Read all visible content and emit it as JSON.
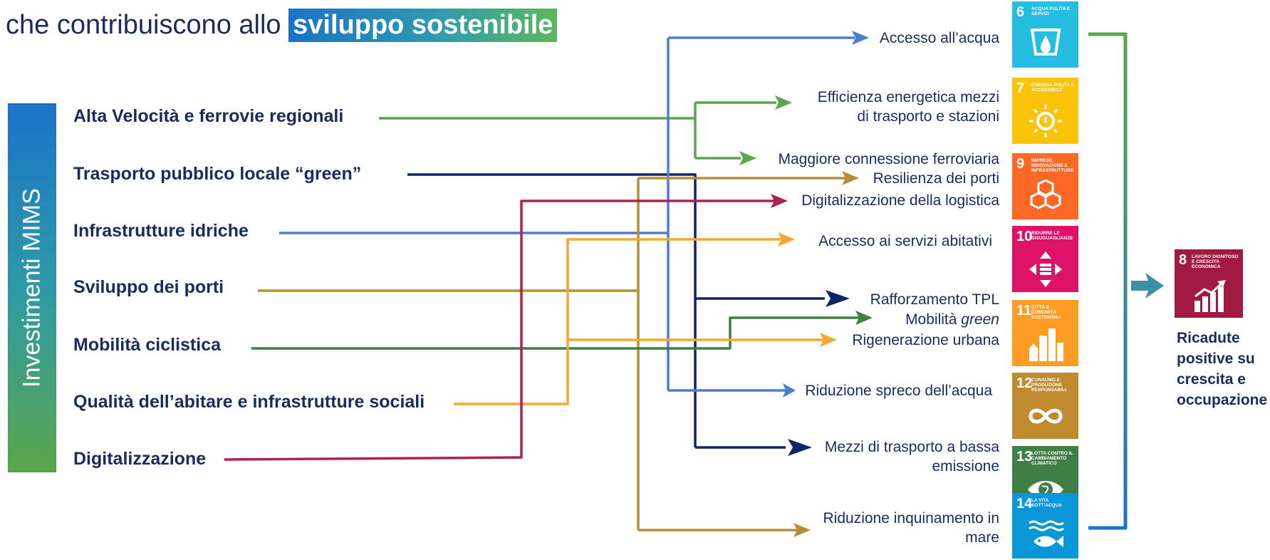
{
  "title": {
    "prefix": "che contribuiscono allo ",
    "highlight": "sviluppo sostenibile"
  },
  "sidebar_label": "Investimenti MIMS",
  "investments": [
    "Alta Velocità e ferrovie regionali",
    "Trasporto pubblico locale “green”",
    "Infrastrutture idriche",
    "Sviluppo dei porti",
    "Mobilità ciclistica",
    "Qualità dell’abitare e infrastrutture sociali",
    "Digitalizzazione"
  ],
  "outcomes": [
    "Accesso all’acqua",
    "Efficienza energetica mezzi",
    "di trasporto e stazioni",
    "Maggiore connessione ferroviaria",
    "Resilienza dei porti",
    "Digitalizzazione della logistica",
    "Accesso ai servizi abitativi",
    "Rafforzamento TPL",
    "Mobilità",
    "green",
    "Rigenerazione urbana",
    "Riduzione spreco dell’acqua",
    "Mezzi di trasporto a bassa",
    "emissione",
    "Riduzione inquinamento in",
    "mare"
  ],
  "sdg_tiles": [
    {
      "num": "6",
      "label": "ACQUA PULITA E SERVIZI",
      "color": "#26bde2",
      "icon": "water-drop-icon"
    },
    {
      "num": "7",
      "label": "ENERGIA PULITA E ACCESSIBILE",
      "color": "#fcc30b",
      "icon": "sun-power-icon"
    },
    {
      "num": "9",
      "label": "IMPRESE, INNOVAZIONE E INFRASTRUTTURE",
      "color": "#fd6925",
      "icon": "cubes-icon"
    },
    {
      "num": "10",
      "label": "RIDURRE LE DISUGUAGLIANZE",
      "color": "#dd1367",
      "icon": "equality-arrows-icon"
    },
    {
      "num": "11",
      "label": "CITTÀ E COMUNITÀ SOSTENIBILI",
      "color": "#fd9d24",
      "icon": "city-icon"
    },
    {
      "num": "12",
      "label": "CONSUMO E PRODUZIONE RESPONSABILI",
      "color": "#bf8b2e",
      "icon": "infinity-icon"
    },
    {
      "num": "13",
      "label": "LOTTA CONTRO IL CAMBIAMENTO CLIMATICO",
      "color": "#3f7e44",
      "icon": "eye-globe-icon"
    },
    {
      "num": "14",
      "label": "LA VITA SOTT’ACQUA",
      "color": "#0a97d9",
      "icon": "fish-icon"
    }
  ],
  "sdg8": {
    "num": "8",
    "label": "LAVORO DIGNITOSO E CRESCITA ECONOMICA",
    "color": "#a21942",
    "icon": "growth-chart-icon"
  },
  "ricadute": "Ricadute positive su crescita e occupazione",
  "colors": {
    "green": "#5aa64a",
    "navy": "#0f2466",
    "blue": "#4a7fcf",
    "gold": "#b58e3a",
    "orange": "#f5a72f",
    "darkgreen": "#3f7e44",
    "crimson": "#b0224e"
  }
}
